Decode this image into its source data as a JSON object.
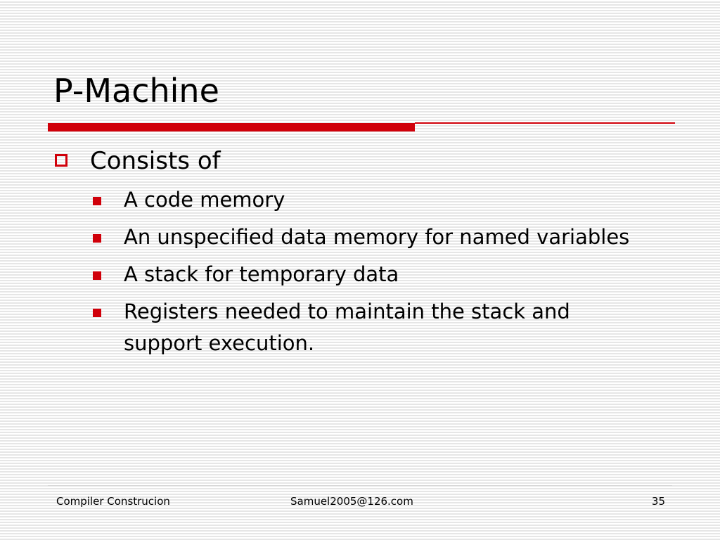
{
  "slide": {
    "title": "P-Machine",
    "accent_color": "#d0000a",
    "bullets": [
      {
        "text": "Consists of",
        "icon": "hollow-square-bullet-icon",
        "children": [
          {
            "text": "A code memory",
            "icon": "filled-square-bullet-icon"
          },
          {
            "text": "An unspecified data memory for named variables",
            "icon": "filled-square-bullet-icon"
          },
          {
            "text": "A stack for temporary data",
            "icon": "filled-square-bullet-icon"
          },
          {
            "text": "Registers needed to maintain the stack and support execution.",
            "icon": "filled-square-bullet-icon"
          }
        ]
      }
    ]
  },
  "footer": {
    "left": "Compiler Construcion",
    "center": "Samuel2005@126.com",
    "page_number": "35"
  }
}
